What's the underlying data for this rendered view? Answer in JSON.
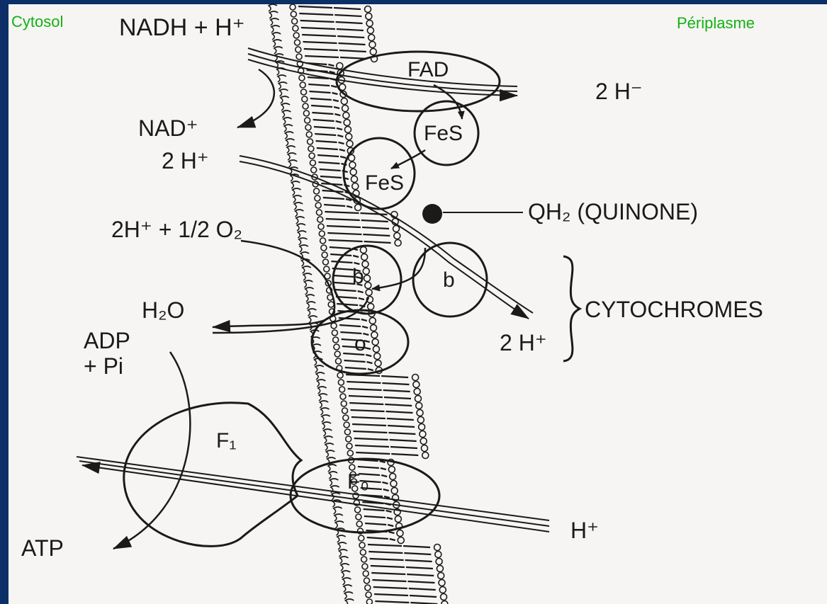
{
  "regions": {
    "cytosol": "Cytosol",
    "periplasm": "Périplasme"
  },
  "labels": {
    "nadh": "NADH + H⁺",
    "nad": "NAD⁺",
    "two_h_in": "2 H⁺",
    "two_h_out_top": "2 H⁻",
    "o2": "2H⁺ + 1/2 O₂",
    "h2o": "H₂O",
    "adp": "ADP",
    "pi": "+ Pi",
    "atp": "ATP",
    "h_plus": "H⁺",
    "two_h_out_mid": "2 H⁺",
    "qh2": "QH₂ (QUINONE)",
    "cytochromes": "CYTOCHROMES"
  },
  "complexes": {
    "fad": "FAD",
    "fes1": "FeS",
    "fes2": "FeS",
    "b1": "b",
    "b2": "b",
    "o": "o",
    "f1": "F₁",
    "f0": "F₀"
  },
  "colors": {
    "frame": "#0b2f66",
    "paper": "#f6f5f3",
    "ink": "#1a1a1a",
    "region_label": "#13b113"
  }
}
